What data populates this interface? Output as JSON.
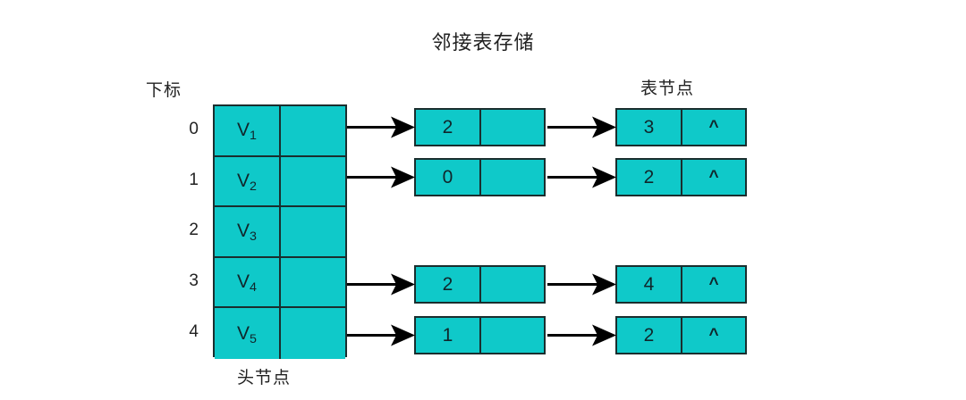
{
  "diagram": {
    "title": "邻接表存储",
    "captions": {
      "index": "下标",
      "table_node": "表节点",
      "head_node": "头节点"
    },
    "colors": {
      "cell_fill": "#0FC9C9",
      "border": "#1a2e2e",
      "background": "#ffffff",
      "text": "#10262b",
      "arrow": "#000000"
    },
    "null_symbol": "^",
    "indices": [
      "0",
      "1",
      "2",
      "3",
      "4"
    ],
    "head_nodes": [
      {
        "index": "0",
        "vertex": "V",
        "subscript": "1"
      },
      {
        "index": "1",
        "vertex": "V",
        "subscript": "2"
      },
      {
        "index": "2",
        "vertex": "V",
        "subscript": "3"
      },
      {
        "index": "3",
        "vertex": "V",
        "subscript": "4"
      },
      {
        "index": "4",
        "vertex": "V",
        "subscript": "5"
      }
    ],
    "adjacency_lists": [
      {
        "head_index": "0",
        "nodes": [
          {
            "value": "2",
            "next": ""
          },
          {
            "value": "3",
            "next": "^"
          }
        ]
      },
      {
        "head_index": "1",
        "nodes": [
          {
            "value": "0",
            "next": ""
          },
          {
            "value": "2",
            "next": "^"
          }
        ]
      },
      {
        "head_index": "2",
        "nodes": []
      },
      {
        "head_index": "3",
        "nodes": [
          {
            "value": "2",
            "next": ""
          },
          {
            "value": "4",
            "next": "^"
          }
        ]
      },
      {
        "head_index": "4",
        "nodes": [
          {
            "value": "1",
            "next": ""
          },
          {
            "value": "2",
            "next": "^"
          }
        ]
      }
    ]
  }
}
